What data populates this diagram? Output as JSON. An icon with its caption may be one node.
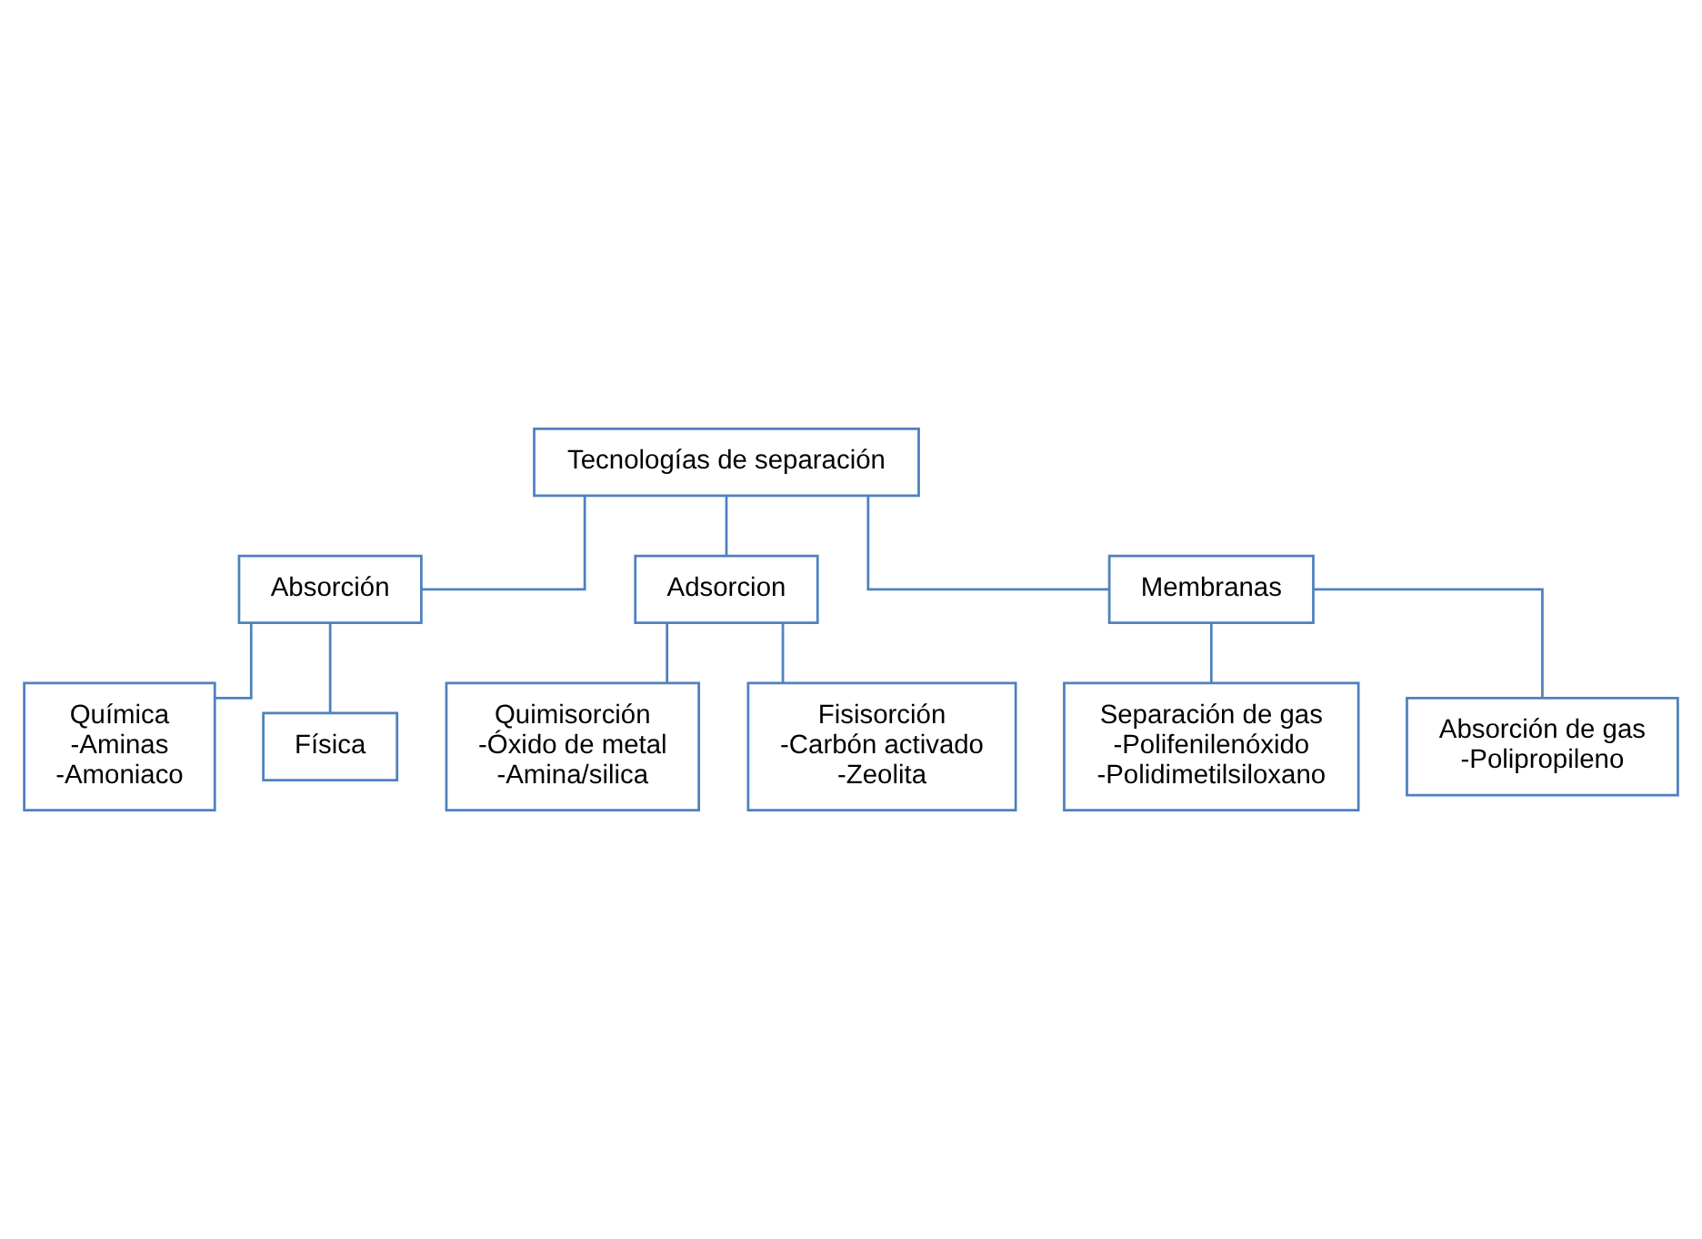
{
  "diagram": {
    "nodes": [
      {
        "text": [
          "Tecnologías de separación"
        ]
      },
      {
        "text": [
          "Absorción"
        ]
      },
      {
        "text": [
          "Adsorcion"
        ]
      },
      {
        "text": [
          "Membranas"
        ]
      },
      {
        "text": [
          "Química",
          "-Aminas",
          "-Amoniaco"
        ]
      },
      {
        "text": [
          "Física"
        ]
      },
      {
        "text": [
          "Quimisorción",
          "-Óxido de metal",
          "-Amina/silica"
        ]
      },
      {
        "text": [
          "Fisisorción",
          "-Carbón activado",
          "-Zeolita"
        ]
      },
      {
        "text": [
          "Separación de gas",
          "-Polifenilenóxido",
          "-Polidimetilsiloxano"
        ]
      },
      {
        "text": [
          "Absorción de gas",
          "-Polipropileno"
        ]
      }
    ],
    "edges": [
      {
        "from": 0,
        "to": 1,
        "arrow": "none"
      },
      {
        "from": 0,
        "to": 2,
        "arrow": "none"
      },
      {
        "from": 0,
        "to": 3,
        "arrow": "none"
      },
      {
        "from": 1,
        "to": 4,
        "arrow": "none"
      },
      {
        "from": 1,
        "to": 5,
        "arrow": "none"
      },
      {
        "from": 2,
        "to": 6,
        "arrow": "none"
      },
      {
        "from": 2,
        "to": 7,
        "arrow": "none"
      },
      {
        "from": 3,
        "to": 8,
        "arrow": "none"
      },
      {
        "from": 3,
        "to": 9,
        "arrow": "none"
      }
    ]
  }
}
